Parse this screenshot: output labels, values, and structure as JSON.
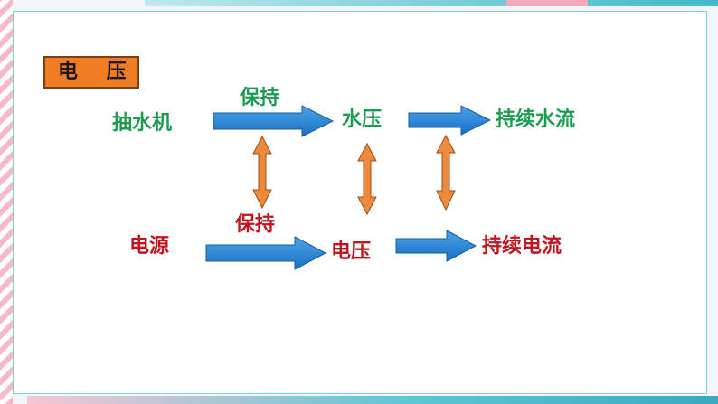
{
  "title": "电 压",
  "water_row": {
    "source": "抽水机",
    "verb": "保持",
    "middle": "水压",
    "result": "持续水流"
  },
  "electric_row": {
    "source": "电源",
    "verb": "保持",
    "middle": "电压",
    "result": "持续电流"
  },
  "colors": {
    "water_text": "#1f9a52",
    "electric_text": "#c0141e",
    "arrow_blue": "#1e7fd0",
    "arrow_orange": "#ee8a3c",
    "title_bg": "#f07c25"
  }
}
